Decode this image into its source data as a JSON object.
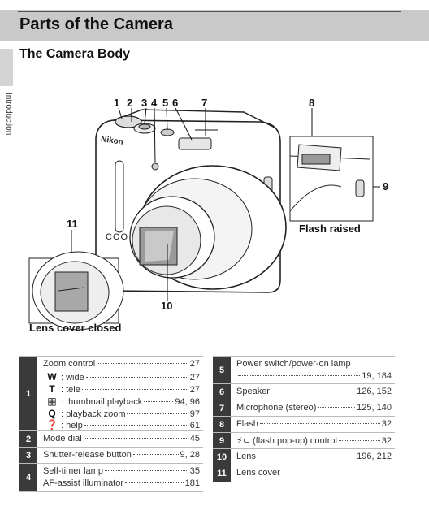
{
  "header": {
    "title": "Parts of the Camera"
  },
  "sidebar": {
    "label": "Introduction"
  },
  "section": {
    "title": "The Camera Body"
  },
  "callouts": [
    "1",
    "2",
    "3",
    "4",
    "5",
    "6",
    "7",
    "8",
    "9",
    "10",
    "11"
  ],
  "captions": {
    "flash_raised": "Flash raised",
    "lens_cover_closed": "Lens cover closed"
  },
  "camera": {
    "brand": "Nikon",
    "model_text": "COO"
  },
  "left_table": [
    {
      "num": "1",
      "lines": [
        {
          "icon": "",
          "text": "Zoom control",
          "page": "27"
        },
        {
          "icon": "W",
          "text": ": wide",
          "page": "27"
        },
        {
          "icon": "T",
          "text": ": tele",
          "page": "27"
        },
        {
          "icon": "▦",
          "text": ": thumbnail playback",
          "page": "94, 96"
        },
        {
          "icon": "Q",
          "text": ": playback zoom",
          "page": "97"
        },
        {
          "icon": "❓",
          "text": ": help",
          "page": "61"
        }
      ]
    },
    {
      "num": "2",
      "lines": [
        {
          "icon": "",
          "text": "Mode dial",
          "page": "45"
        }
      ]
    },
    {
      "num": "3",
      "lines": [
        {
          "icon": "",
          "text": "Shutter-release button",
          "page": "9, 28"
        }
      ]
    },
    {
      "num": "4",
      "lines": [
        {
          "icon": "",
          "text": "Self-timer lamp",
          "page": "35"
        },
        {
          "icon": "",
          "text": "AF-assist illuminator",
          "page": "181"
        }
      ]
    }
  ],
  "right_table": [
    {
      "num": "5",
      "lines": [
        {
          "icon": "",
          "text": "Power switch/power-on lamp",
          "page": ""
        },
        {
          "icon": "",
          "text": "",
          "page": "19, 184"
        }
      ]
    },
    {
      "num": "6",
      "lines": [
        {
          "icon": "",
          "text": "Speaker",
          "page": "126, 152"
        }
      ]
    },
    {
      "num": "7",
      "lines": [
        {
          "icon": "",
          "text": "Microphone (stereo)",
          "page": "125, 140"
        }
      ]
    },
    {
      "num": "8",
      "lines": [
        {
          "icon": "",
          "text": "Flash",
          "page": "32"
        }
      ]
    },
    {
      "num": "9",
      "lines": [
        {
          "icon": "",
          "text": "⚡⊂ (flash pop-up) control",
          "page": "32"
        }
      ]
    },
    {
      "num": "10",
      "lines": [
        {
          "icon": "",
          "text": "Lens",
          "page": "196, 212"
        }
      ]
    },
    {
      "num": "11",
      "lines": [
        {
          "icon": "",
          "text": "Lens cover",
          "page": ""
        }
      ]
    }
  ]
}
